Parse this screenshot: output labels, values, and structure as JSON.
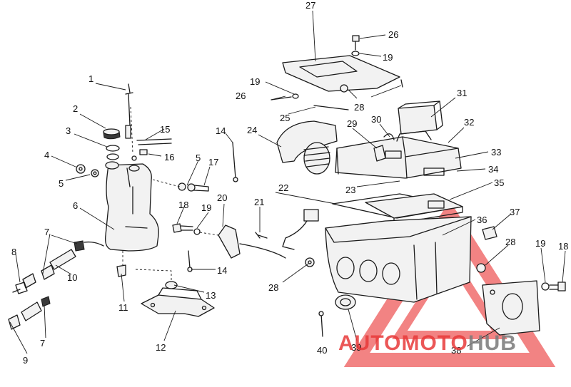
{
  "callouts": [
    {
      "id": "c1",
      "text": "1"
    },
    {
      "id": "c2",
      "text": "2"
    },
    {
      "id": "c3",
      "text": "3"
    },
    {
      "id": "c4",
      "text": "4"
    },
    {
      "id": "c5a",
      "text": "5"
    },
    {
      "id": "c5b",
      "text": "5"
    },
    {
      "id": "c6",
      "text": "6"
    },
    {
      "id": "c7a",
      "text": "7"
    },
    {
      "id": "c7b",
      "text": "7"
    },
    {
      "id": "c8",
      "text": "8"
    },
    {
      "id": "c9",
      "text": "9"
    },
    {
      "id": "c10",
      "text": "10"
    },
    {
      "id": "c11",
      "text": "11"
    },
    {
      "id": "c12",
      "text": "12"
    },
    {
      "id": "c13",
      "text": "13"
    },
    {
      "id": "c14a",
      "text": "14"
    },
    {
      "id": "c14b",
      "text": "14"
    },
    {
      "id": "c15",
      "text": "15"
    },
    {
      "id": "c16",
      "text": "16"
    },
    {
      "id": "c17",
      "text": "17"
    },
    {
      "id": "c18a",
      "text": "18"
    },
    {
      "id": "c18b",
      "text": "18"
    },
    {
      "id": "c19a",
      "text": "19"
    },
    {
      "id": "c19b",
      "text": "19"
    },
    {
      "id": "c19c",
      "text": "19"
    },
    {
      "id": "c19d",
      "text": "19"
    },
    {
      "id": "c20",
      "text": "20"
    },
    {
      "id": "c21",
      "text": "21"
    },
    {
      "id": "c22",
      "text": "22"
    },
    {
      "id": "c23",
      "text": "23"
    },
    {
      "id": "c24",
      "text": "24"
    },
    {
      "id": "c25",
      "text": "25"
    },
    {
      "id": "c26a",
      "text": "26"
    },
    {
      "id": "c26b",
      "text": "26"
    },
    {
      "id": "c27",
      "text": "27"
    },
    {
      "id": "c28a",
      "text": "28"
    },
    {
      "id": "c28b",
      "text": "28"
    },
    {
      "id": "c28c",
      "text": "28"
    },
    {
      "id": "c29",
      "text": "29"
    },
    {
      "id": "c30",
      "text": "30"
    },
    {
      "id": "c31",
      "text": "31"
    },
    {
      "id": "c32",
      "text": "32"
    },
    {
      "id": "c33",
      "text": "33"
    },
    {
      "id": "c34",
      "text": "34"
    },
    {
      "id": "c35",
      "text": "35"
    },
    {
      "id": "c36",
      "text": "36"
    },
    {
      "id": "c37",
      "text": "37"
    },
    {
      "id": "c38",
      "text": "38"
    },
    {
      "id": "c39",
      "text": "39"
    },
    {
      "id": "c40",
      "text": "40"
    }
  ],
  "watermark": {
    "part1": "AUTO",
    "part2": "MOTO",
    "part3": "HUB",
    "color_primary": "#e83a3a",
    "color_secondary": "#7a7a7a"
  }
}
